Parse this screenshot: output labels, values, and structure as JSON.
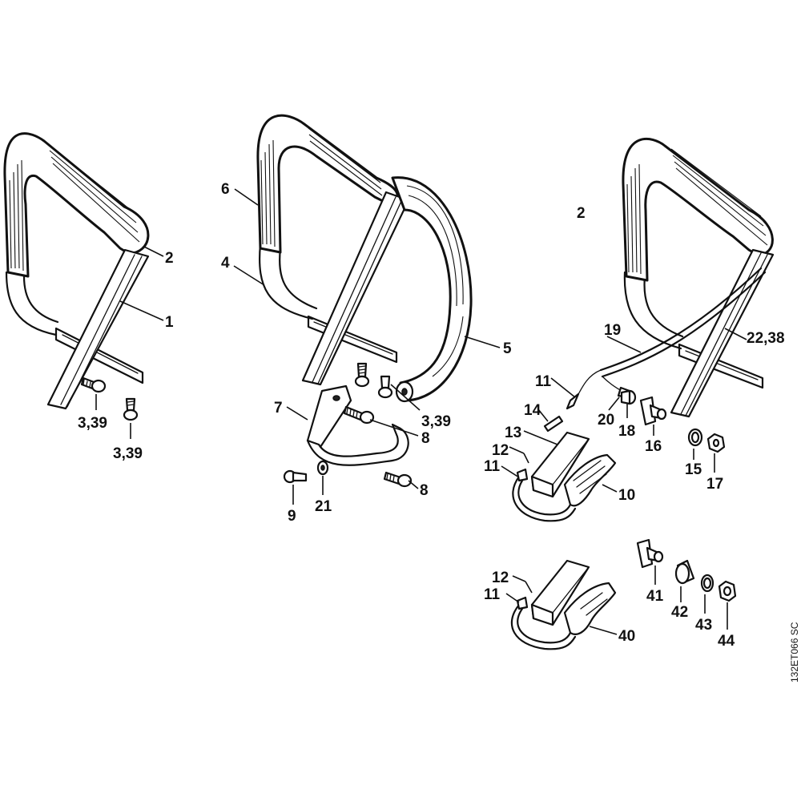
{
  "diagram": {
    "code": "132ET066 SC",
    "labels": {
      "l1": "1",
      "l2a": "2",
      "l2b": "2",
      "l339a": "3,39",
      "l339b": "3,39",
      "l339c": "3,39",
      "l4": "4",
      "l5": "5",
      "l6": "6",
      "l7": "7",
      "l8a": "8",
      "l8b": "8",
      "l9": "9",
      "l10": "10",
      "l11a": "11",
      "l11b": "11",
      "l11c": "11",
      "l12a": "12",
      "l12b": "12",
      "l13": "13",
      "l14": "14",
      "l15": "15",
      "l16": "16",
      "l17": "17",
      "l18": "18",
      "l19": "19",
      "l20": "20",
      "l21": "21",
      "l2238": "22,38",
      "l40": "40",
      "l41": "41",
      "l42": "42",
      "l43": "43",
      "l44": "44"
    }
  }
}
